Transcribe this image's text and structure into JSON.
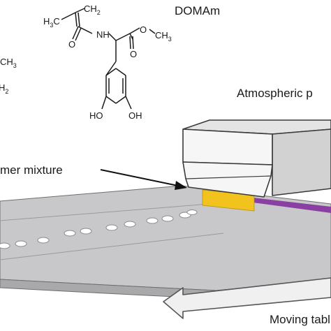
{
  "molecule": {
    "name": "DOMAm",
    "atoms": {
      "h3c": "H",
      "h3c_sub": "3",
      "c_after": "C",
      "ch2": "CH",
      "ch2_sub": "2",
      "nh": "NH",
      "o_ester": "O",
      "ch3": "CH",
      "ch3_sub": "3",
      "oh_left": "HO",
      "oh_right": "OH"
    }
  },
  "left_fragment": {
    "ch3_line": "CH",
    "ch3_sub": "3",
    "h2_line": "H",
    "h2_sub": "2"
  },
  "labels": {
    "atmospheric": "Atmospheric p",
    "monomer_mixture": "mer mixture",
    "moving_table": "Moving tabl"
  },
  "colors": {
    "table_top": "#c8c7c9",
    "table_edge": "#a9a8aa",
    "head_body": "#f6f6f6",
    "head_side": "#d2d2d2",
    "head_outline": "#3a3a3a",
    "yellow_film": "#f2c31c",
    "purple_strip": "#8a3fa3",
    "arrow_fill": "#f0f0f0",
    "text": "#1a1a1a"
  }
}
